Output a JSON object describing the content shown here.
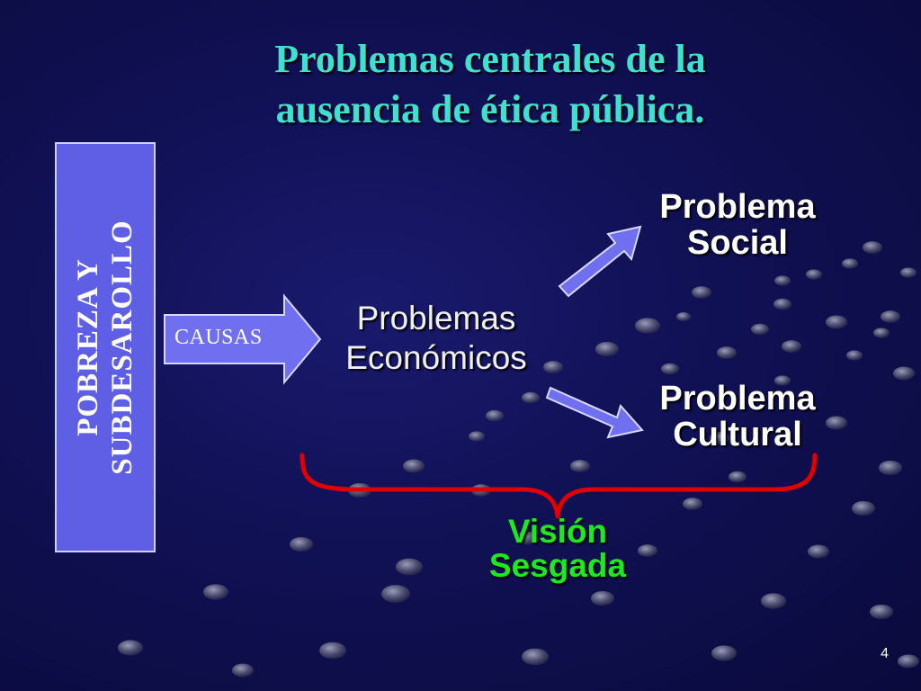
{
  "slide": {
    "title_line1": "Problemas centrales  de la",
    "title_line2": "ausencia de ética pública.",
    "page_number": "4"
  },
  "left_box": {
    "line1": "POBREZA  Y",
    "line2": "SUBDESAROLLO"
  },
  "causas_arrow": {
    "label": "CAUSAS"
  },
  "center": {
    "line1": "Problemas",
    "line2": "Económicos"
  },
  "outcomes": [
    {
      "line1": "Problema",
      "line2": "Social"
    },
    {
      "line1": "Problema",
      "line2": "Cultural"
    }
  ],
  "brace_label": {
    "line1": "Visión",
    "line2": "Sesgada"
  },
  "colors": {
    "title": "#3fe0d0",
    "box_fill": "#5f5fe6",
    "arrow_fill": "#6f6ff0",
    "brace": "#e00000",
    "vision": "#1ee81e",
    "background": "#111157"
  }
}
